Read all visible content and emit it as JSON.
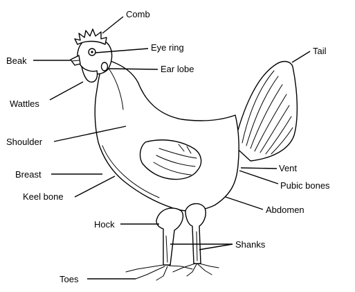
{
  "labels": {
    "comb": "Comb",
    "eye_ring": "Eye ring",
    "tail": "Tail",
    "beak": "Beak",
    "ear_lobe": "Ear lobe",
    "wattles": "Wattles",
    "shoulder": "Shoulder",
    "breast": "Breast",
    "vent": "Vent",
    "keel_bone": "Keel bone",
    "pubic_bones": "Pubic bones",
    "abdomen": "Abdomen",
    "hock": "Hock",
    "shanks": "Shanks",
    "toes": "Toes"
  }
}
